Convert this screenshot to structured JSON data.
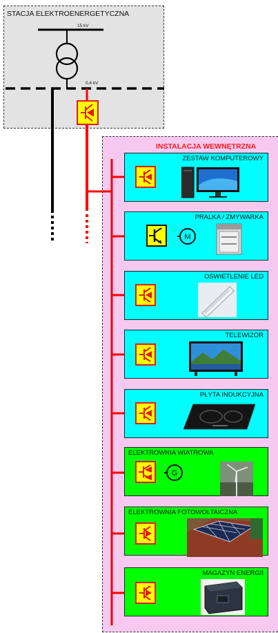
{
  "station": {
    "title": "STACJA ELEKTROENERGETYCZNA",
    "voltage_hv": "15 kV",
    "voltage_lv": "0,4 kV"
  },
  "installation": {
    "title": "INSTALACJA WEWNĘTRZNA",
    "units": [
      {
        "label": "ZESTAW KOMPUTEROWY",
        "background": "#00ffff",
        "converter": "ac-dc",
        "picture": "computer-icon"
      },
      {
        "label": "PRALKA / ZMYWARKA",
        "background": "#00ffff",
        "converter": "dc-ac",
        "machine": "M",
        "picture": "dishwasher-icon"
      },
      {
        "label": "OŚWIETLENIE LED",
        "background": "#00ffff",
        "converter": "ac-dc",
        "picture": "led-lamp-icon"
      },
      {
        "label": "TELEWIZOR",
        "background": "#00ffff",
        "converter": "ac-dc",
        "picture": "tv-icon"
      },
      {
        "label": "PŁYTA INDUKCYJNA",
        "background": "#00ffff",
        "converter": "ac-dc",
        "picture": "induction-hob-icon"
      },
      {
        "label": "ELEKTROWNIA WIATROWA",
        "background": "#00ff00",
        "converter": "ac-ac",
        "machine": "G",
        "picture": "wind-turbine-icon"
      },
      {
        "label": "ELEKTROWNIA FOTOWOLTAICZNA",
        "background": "#00ff00",
        "converter": "dc-ac",
        "picture": "solar-panel-icon"
      },
      {
        "label": "MAGAZYN ENERGII",
        "background": "#00ff00",
        "converter": "dc-ac",
        "picture": "battery-storage-icon"
      }
    ]
  },
  "colors": {
    "bus_red": "#ff0000",
    "bus_black": "#000000",
    "converter_fill": "#ffff00",
    "converter_border": "#e21a1a",
    "title_red": "#ff1a1a"
  }
}
